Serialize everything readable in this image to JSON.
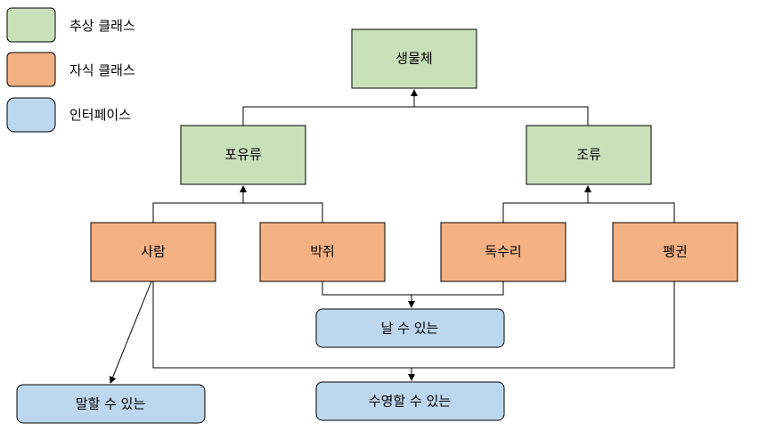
{
  "legend": [
    {
      "label": "추상 클래스",
      "kind": "abstract"
    },
    {
      "label": "자식 클래스",
      "kind": "child"
    },
    {
      "label": "인터페이스",
      "kind": "interface"
    }
  ],
  "colors": {
    "abstract_fill": "#c9e1bb",
    "child_fill": "#f4b183",
    "interface_fill": "#bdd7ee",
    "stroke": "#000000"
  },
  "nodes": {
    "organism": "생물체",
    "mammal": "포유류",
    "bird": "조류",
    "human": "사람",
    "bat": "박쥐",
    "eagle": "독수리",
    "penguin": "펭귄",
    "can_fly": "날 수 있는",
    "can_talk": "말할 수 있는",
    "can_swim": "수영할 수 있는"
  }
}
